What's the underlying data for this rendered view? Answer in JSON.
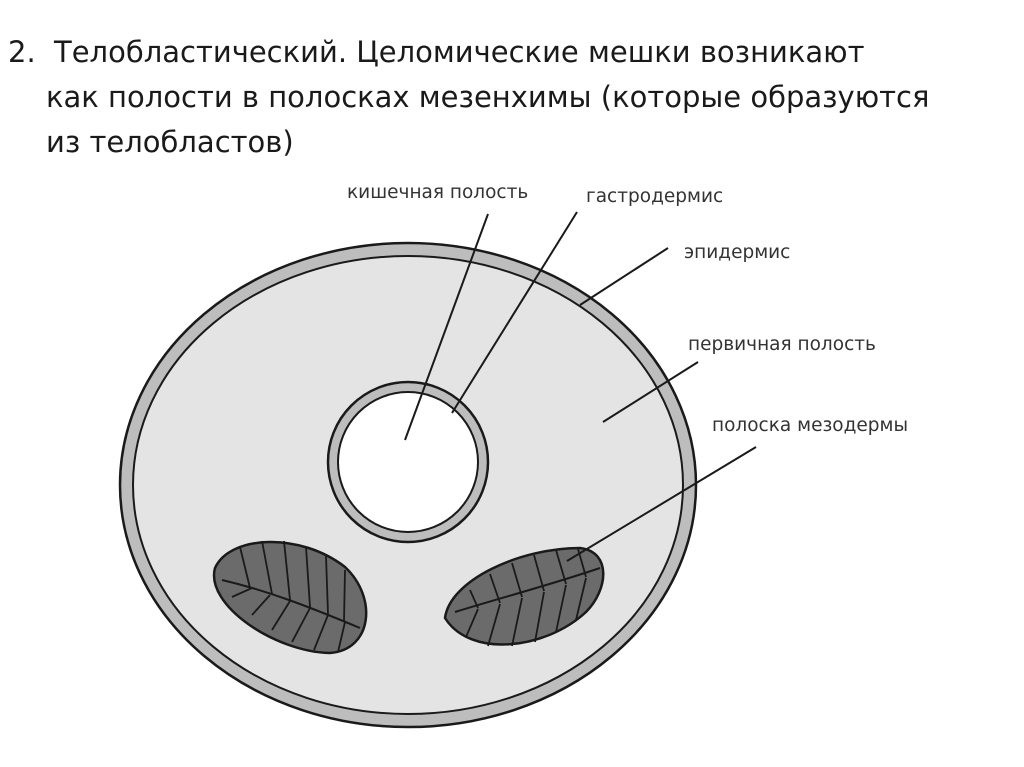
{
  "slide": {
    "item_number": "2.",
    "lines": [
      "Телобластический. Целомические мешки возникают",
      "как полости в полосках мезенхимы (которые образуются",
      "из телобластов)"
    ]
  },
  "diagram": {
    "labels": {
      "gut_cavity": "кишечная полость",
      "gastrodermis": "гастродермис",
      "epidermis": "эпидермис",
      "primary_cavity": "первичная полость",
      "mesoderm_band": "полоска мезодермы"
    },
    "colors": {
      "outline": "#1a1a1a",
      "epidermis_fill": "#bdbdbd",
      "body_fill": "#e4e4e4",
      "mesoderm_fill": "#6b6b6b",
      "gut_fill": "#ffffff"
    }
  }
}
